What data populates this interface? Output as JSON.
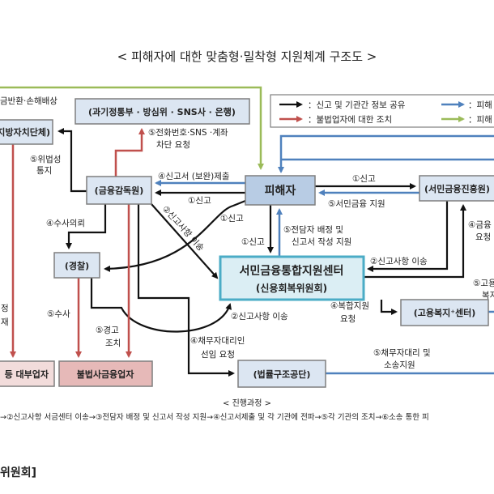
{
  "title": "< 피해자에 대한 맞춤형·밀착형 지원체계 구조도 >",
  "colors": {
    "report": "#111111",
    "illegal_action": "#c0504d",
    "victim_support": "#4f81bd",
    "victim_relief": "#9bbb59",
    "center_border": "#4bacc6"
  },
  "legend": {
    "black": "：신고 및 기관간 정보 공유",
    "blue": "：피해",
    "red": "：불법업자에 대한 조치",
    "green": "：피해"
  },
  "nodes": {
    "ministries": "(과기정통부 · 방심위 · SNS사 · 은행)",
    "local_gov": "(지방자치단체)",
    "fss": "(금융감독원)",
    "victim": "피해자",
    "kinfa": "(서민금융진흥원)",
    "police": "(경찰)",
    "center_line1": "서민금융통합지원센터",
    "center_line2": "(신용회복위원회)",
    "employment": "(고용복지⁺센터)",
    "legal_aid": "(법률구조공단)",
    "lenders": "등 대부업자",
    "illegal_lenders": "불법사금융업자"
  },
  "labels": {
    "refund": "금반환·손해배상",
    "block_1": "⑤전화번호·SNS ·계좌",
    "block_2": "차단 요청",
    "illegal_notice_1": "⑤위법성",
    "illegal_notice_2": "통지",
    "report_submit": "④신고서 (보완)제출",
    "report_fss": "①신고",
    "report_police": "①신고",
    "transfer_diag": "②신고사항 이송",
    "investigation_request": "④수사의뢰",
    "report_kinfa": "①신고",
    "kinfa_support": "⑤서민금융 지원",
    "finance_req_1": "④금융",
    "finance_req_2": "요청",
    "report_center": "①신고",
    "assign_1": "⑤전담자 배정 및",
    "assign_2": "신고서 작성 지원",
    "transfer_right": "②신고사항 이송",
    "transfer_bottom": "②신고사항 이송",
    "complex_1": "④복합지원",
    "complex_2": "요청",
    "employment_1": "⑤고용",
    "employment_2": "복지",
    "investigation": "⑤수사",
    "warning_1": "⑤경고",
    "warning_2": "조치",
    "left_1": "정",
    "left_2": "재",
    "debtor_1": "④채무자대리인",
    "debtor_2": "선임 요청",
    "lawsuit_1": "⑤채무자대리 및",
    "lawsuit_2": "소송지원"
  },
  "process": {
    "heading": "< 진행과정 >",
    "steps": "→②신고사항 서금센터 이송→③전담자 배정 및 신고서 작성 지원→④신고서제출 및 각 기관에 전파→⑤각 기관의 조치→⑥소송 통한 피"
  },
  "footer": "위원회]"
}
